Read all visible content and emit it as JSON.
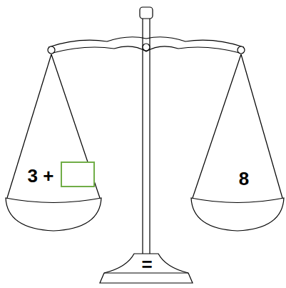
{
  "diagram": {
    "labels": [
      "3 +",
      "8",
      "="
    ]
  }
}
